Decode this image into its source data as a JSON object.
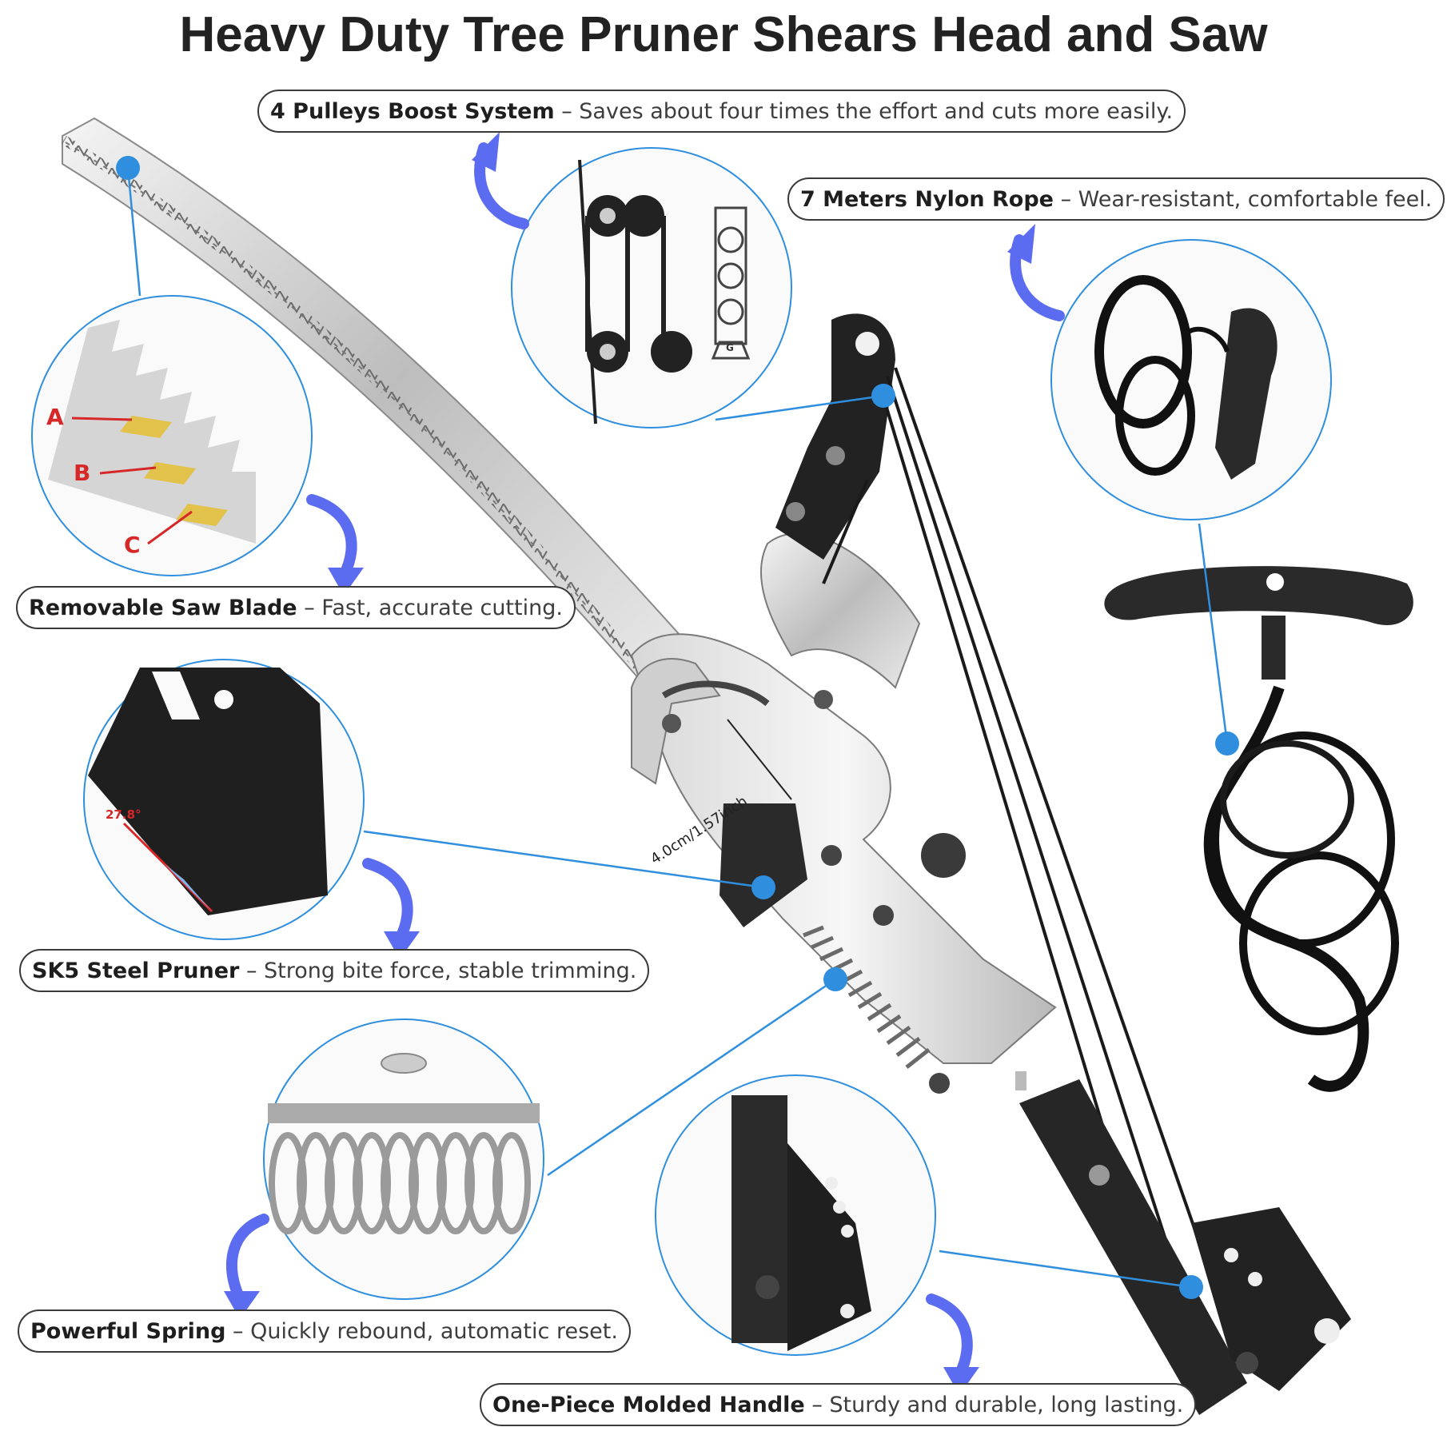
{
  "title": "Heavy Duty Tree Pruner Shears Head and Saw",
  "callouts": {
    "pulleys": {
      "name": "4 Pulleys Boost System",
      "sep": " – ",
      "desc": "Saves about four times the effort and cuts more easily."
    },
    "rope": {
      "name": "7 Meters Nylon Rope",
      "sep": " – ",
      "desc": "Wear-resistant, comfortable feel."
    },
    "saw": {
      "name": "Removable Saw Blade",
      "sep": " – ",
      "desc": "Fast, accurate cutting."
    },
    "pruner": {
      "name": "SK5 Steel Pruner",
      "sep": " – ",
      "desc": "Strong bite force, stable trimming."
    },
    "spring": {
      "name": "Powerful Spring",
      "sep": " – ",
      "desc": "Quickly rebound, automatic reset."
    },
    "handle": {
      "name": "One-Piece Molded Handle",
      "sep": " – ",
      "desc": "Sturdy and durable, long lasting."
    }
  },
  "tooth_labels": {
    "a": "A",
    "b": "B",
    "c": "C"
  },
  "blade_angle": "27.8°",
  "pulley_weight_label": "G",
  "dimension": "4.0cm/1.57inch",
  "colors": {
    "accent_line": "#2f8fde",
    "arrow": "#5b6cf0",
    "tooth_label": "#d62828",
    "black_part": "#1d1d1d"
  }
}
